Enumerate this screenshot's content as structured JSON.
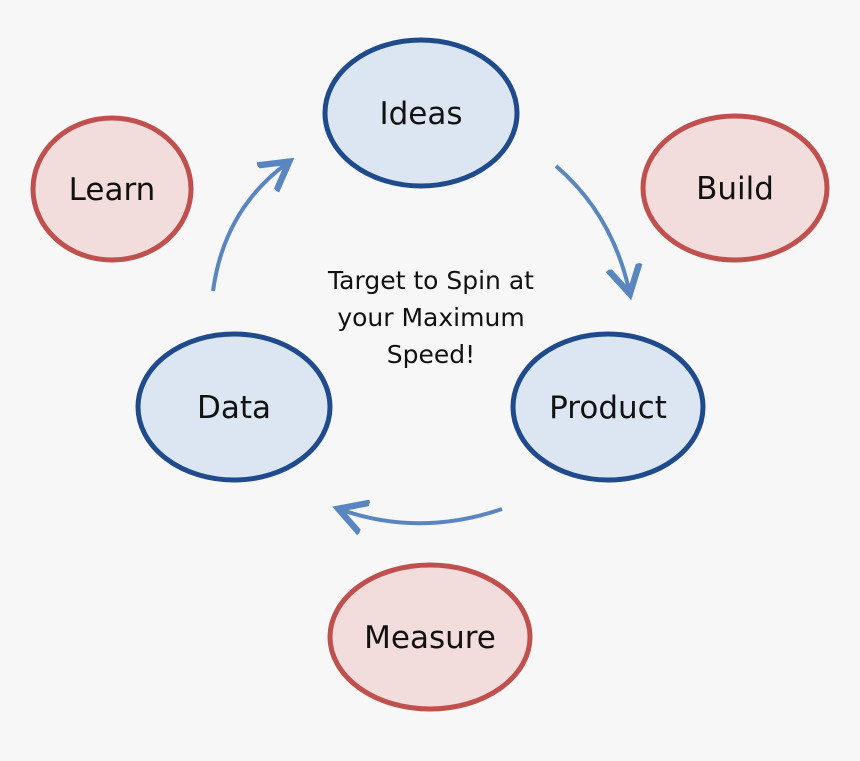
{
  "colors": {
    "background": "#f7f7f7",
    "process_fill": "#dce6f2",
    "process_stroke": "#1f4a8c",
    "phase_fill": "#f2dcdc",
    "phase_stroke": "#c0504d",
    "arrow": "#5a86c0",
    "text": "#111111"
  },
  "nodes": {
    "ideas": "Ideas",
    "product": "Product",
    "data": "Data",
    "learn": "Learn",
    "build": "Build",
    "measure": "Measure"
  },
  "center": {
    "lines": [
      "Target to Spin at",
      "your Maximum",
      "Speed!"
    ]
  }
}
